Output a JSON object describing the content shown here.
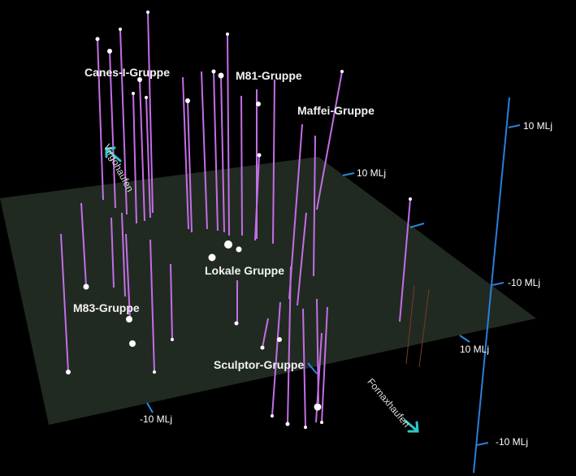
{
  "groups": {
    "canes_i": "Canes-I-Gruppe",
    "m81": "M81-Gruppe",
    "maffei": "Maffei-Gruppe",
    "lokale": "Lokale Gruppe",
    "m83": "M83-Gruppe",
    "sculptor": "Sculptor-Gruppe"
  },
  "clusters": {
    "virgo": "Virgohaufen",
    "fornax": "Fornaxhaufen"
  },
  "ticks": {
    "plane_back": "10 MLj",
    "plane_right": "10 MLj",
    "plane_front": "-10 MLj",
    "axis_top": "10 MLj",
    "axis_mid": "-10 MLj",
    "axis_bottom": "-10 MLj"
  },
  "colors": {
    "background": "#000000",
    "plane": "#3a4a3a",
    "galaxy_line": "#c070e0",
    "galaxy_dot": "#ffffff",
    "axis": "#2a7fdc",
    "arrow": "#2ec8c8"
  }
}
